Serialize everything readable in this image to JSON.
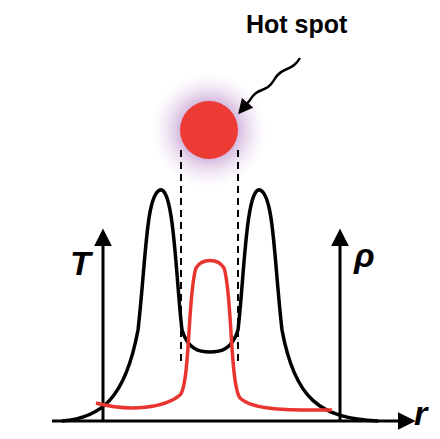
{
  "diagram": {
    "labels": [
      "Hot spot",
      "T",
      "ρ",
      "r"
    ]
  }
}
